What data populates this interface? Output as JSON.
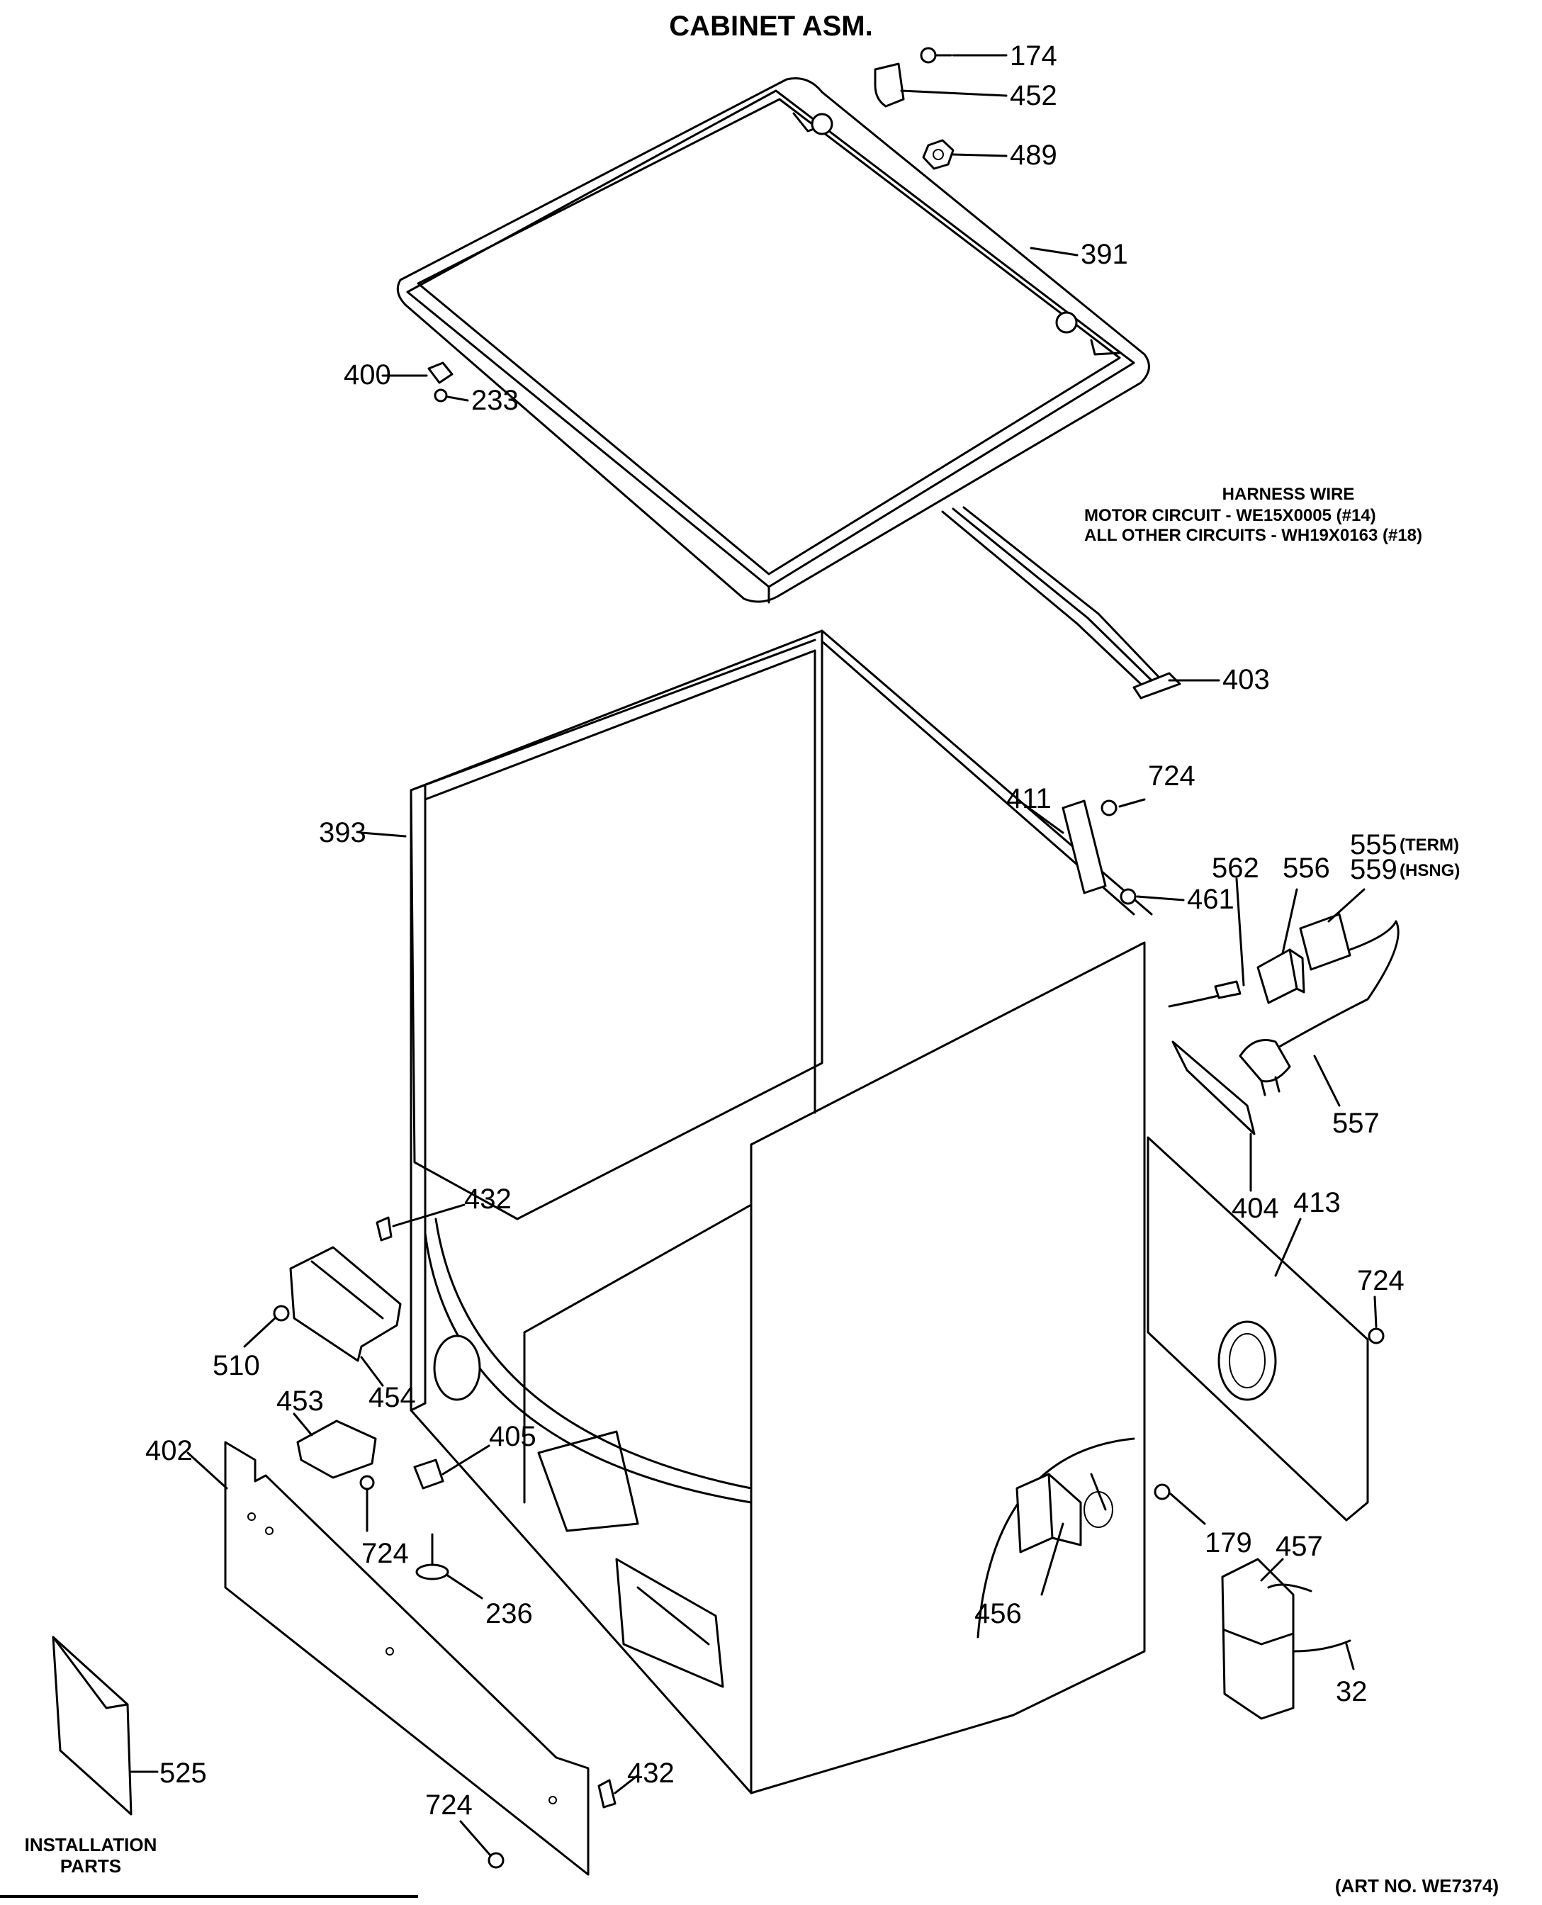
{
  "title": "CABINET ASM.",
  "harness": {
    "heading": "HARNESS WIRE",
    "line1": "MOTOR CIRCUIT - WE15X0005 (#14)",
    "line2": "ALL OTHER CIRCUITS - WH19X0163 (#18)"
  },
  "art_number": "(ART NO. WE7374)",
  "installation": {
    "line1": "INSTALLATION",
    "line2": "PARTS"
  },
  "callouts": {
    "p174": "174",
    "p452": "452",
    "p489": "489",
    "p391": "391",
    "p400": "400",
    "p233": "233",
    "p403": "403",
    "p393": "393",
    "p724a": "724",
    "p411": "411",
    "p461": "461",
    "p562": "562",
    "p556": "556",
    "p555": "555",
    "p555_note": "(TERM)",
    "p559": "559",
    "p559_note": "(HSNG)",
    "p557": "557",
    "p404": "404",
    "p413": "413",
    "p724b": "724",
    "p432a": "432",
    "p510": "510",
    "p454": "454",
    "p453": "453",
    "p402": "402",
    "p405": "405",
    "p724c": "724",
    "p236": "236",
    "p179": "179",
    "p457": "457",
    "p456": "456",
    "p32": "32",
    "p525": "525",
    "p432b": "432",
    "p724d": "724"
  }
}
